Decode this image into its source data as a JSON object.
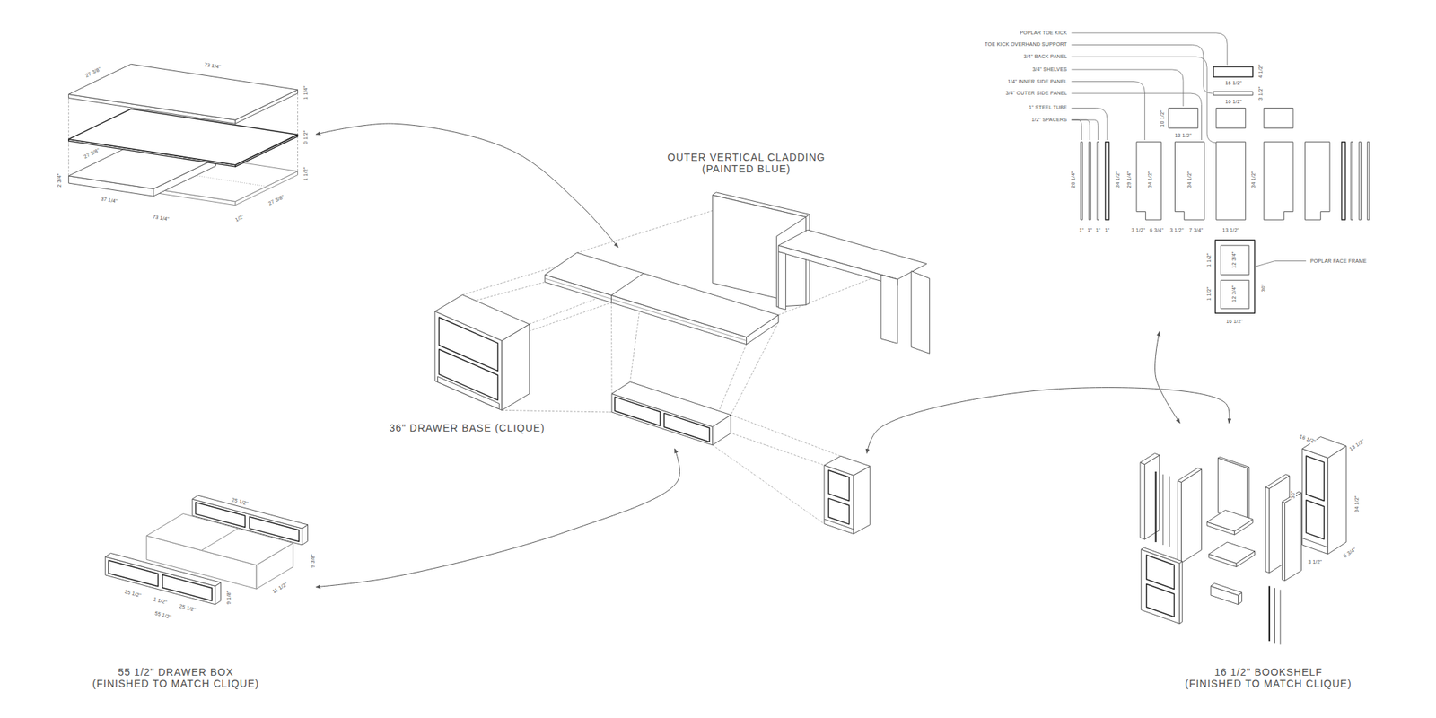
{
  "diagram": {
    "nodes": [
      {
        "text": []
      },
      {
        "text": [
          "OUTER VERTICAL CLADDING (PAINTED BLUE)"
        ]
      },
      {
        "text": [
          "POPLAR TOE KICK",
          "TOE KICK OVERHAND SUPPORT",
          "3/4\" BACK PANEL",
          "3/4\" SHELVES",
          "1/4\" INNER SIDE PANEL",
          "3/4\" OUTER SIDE PANEL",
          "1\" STEEL TUBE",
          "1/2\" SPACERS",
          "POPLAR FACE FRAME"
        ]
      },
      {
        "text": []
      },
      {
        "text": [
          "36\" DRAWER BASE (CLIQUE)"
        ]
      },
      {
        "text": []
      },
      {
        "text": []
      },
      {
        "text": [
          "55 1/2\" DRAWER BOX (FINISHED TO MATCH CLIQUE)"
        ]
      },
      {
        "text": [
          "16 1/2\" BOOKSHELF (FINISHED TO MATCH CLIQUE)"
        ]
      }
    ],
    "edges": [
      {
        "from": 0,
        "to": 3,
        "arrow": "both"
      },
      {
        "from": 7,
        "to": 5,
        "arrow": "both"
      },
      {
        "from": 6,
        "to": 8,
        "arrow": "both"
      },
      {
        "from": 2,
        "to": 8,
        "arrow": "both"
      }
    ],
    "labels": [
      "27 3/8\"",
      "73 1/4\"",
      "1 1/4\"",
      "27 3/8\"",
      "2 3/4\"",
      "0 1/2\"",
      "37 1/4\"",
      "73 1/4\"",
      "1 1/2\"",
      "1/2\"",
      "27 3/8\"",
      "4 1/2\"",
      "16 1/2\"",
      "3 1/2\"",
      "16 1/2\"",
      "10 1/2\"",
      "13 1/2\"",
      "20 1/4\"",
      "34 1/2\"",
      "29 1/4\"",
      "34 1/2\"",
      "34 1/2\"",
      "34 1/2\"",
      "1\"",
      "1\"",
      "1\"",
      "1\"",
      "3 1/2\"",
      "6 3/4\"",
      "3 1/2\"",
      "7 3/4\"",
      "13 1/2\"",
      "12 3/4\"",
      "12 3/4\"",
      "1 1/2\"",
      "1 1/2\"",
      "30\"",
      "16 1/2\"",
      "25 1/2\"",
      "25 1/2\"",
      "1 1/2\"",
      "25 1/2\"",
      "55 1/2\"",
      "9 3/8\"",
      "9 1/8\"",
      "11 1/2\"",
      "16 1/2\"",
      "13 1/2\"",
      "30\"",
      "34 1/2\"",
      "3 1/2\"",
      "6 3/4\""
    ]
  }
}
